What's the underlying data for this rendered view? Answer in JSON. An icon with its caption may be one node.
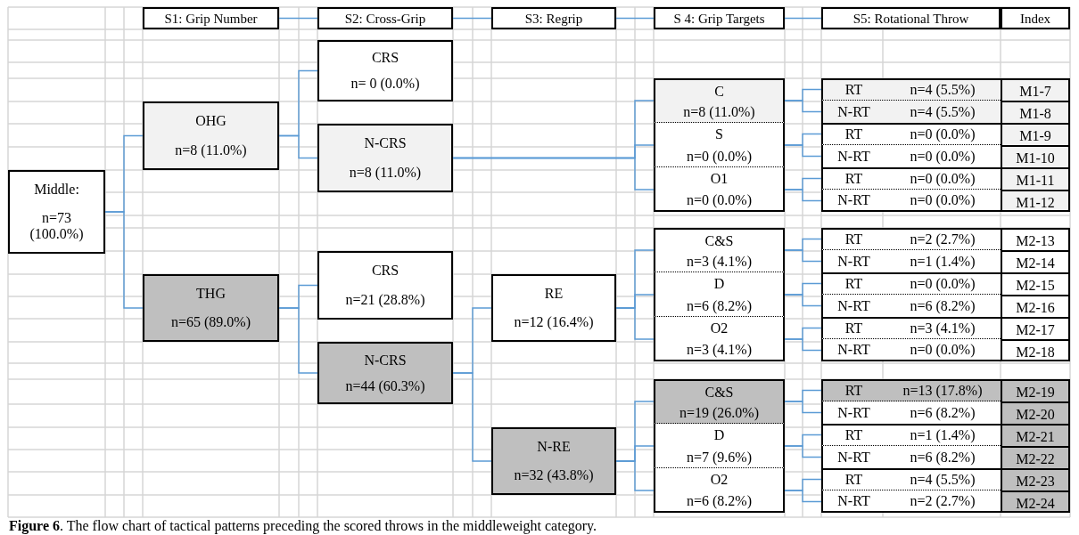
{
  "diagram": {
    "caption": "**Figure 6**. The flow chart of tactical patterns preceding the scored throws in the middleweight category.",
    "nodes": [
      {
        "text": [
          "S1: Grip Number"
        ]
      },
      {
        "text": [
          "S2: Cross-Grip"
        ]
      },
      {
        "text": [
          "S3: Regrip"
        ]
      },
      {
        "text": [
          "S 4: Grip Targets"
        ]
      },
      {
        "text": [
          "S5: Rotational Throw"
        ]
      },
      {
        "text": [
          "Index"
        ]
      },
      {
        "text": [
          "Middle:",
          "n=73 (100.0%)"
        ]
      },
      {
        "text": [
          "OHG",
          "n=8 (11.0%)"
        ]
      },
      {
        "text": [
          "THG",
          "n=65 (89.0%)"
        ]
      },
      {
        "text": [
          "CRS",
          "n= 0 (0.0%)"
        ]
      },
      {
        "text": [
          "N-CRS",
          "n=8 (11.0%)"
        ]
      },
      {
        "text": [
          "CRS",
          "n=21 (28.8%)"
        ]
      },
      {
        "text": [
          "N-CRS",
          "n=44 (60.3%)"
        ]
      },
      {
        "text": [
          "RE",
          "n=12 (16.4%)"
        ]
      },
      {
        "text": [
          "N-RE",
          "n=32 (43.8%)"
        ]
      },
      {
        "text": [
          "C",
          "n=8 (11.0%)"
        ]
      },
      {
        "text": [
          "S",
          "n=0 (0.0%)"
        ]
      },
      {
        "text": [
          "O1",
          "n=0 (0.0%)"
        ]
      },
      {
        "text": [
          "C&S",
          "n=3 (4.1%)"
        ]
      },
      {
        "text": [
          "D",
          "n=6 (8.2%)"
        ]
      },
      {
        "text": [
          "O2",
          "n=3 (4.1%)"
        ]
      },
      {
        "text": [
          "C&S",
          "n=19 (26.0%)"
        ]
      },
      {
        "text": [
          "D",
          "n=7 (9.6%)"
        ]
      },
      {
        "text": [
          "O2",
          "n=6 (8.2%)"
        ]
      },
      {
        "text": [
          "RT",
          "n=4 (5.5%)"
        ]
      },
      {
        "text": [
          "M1-7"
        ]
      },
      {
        "text": [
          "N-RT",
          "n=4 (5.5%)"
        ]
      },
      {
        "text": [
          "M1-8"
        ]
      },
      {
        "text": [
          "RT",
          "n=0 (0.0%)"
        ]
      },
      {
        "text": [
          "M1-9"
        ]
      },
      {
        "text": [
          "N-RT",
          "n=0 (0.0%)"
        ]
      },
      {
        "text": [
          "M1-10"
        ]
      },
      {
        "text": [
          "RT",
          "n=0 (0.0%)"
        ]
      },
      {
        "text": [
          "M1-11"
        ]
      },
      {
        "text": [
          "N-RT",
          "n=0 (0.0%)"
        ]
      },
      {
        "text": [
          "M1-12"
        ]
      },
      {
        "text": [
          "RT",
          "n=2 (2.7%)"
        ]
      },
      {
        "text": [
          "M2-13"
        ]
      },
      {
        "text": [
          "N-RT",
          "n=1 (1.4%)"
        ]
      },
      {
        "text": [
          "M2-14"
        ]
      },
      {
        "text": [
          "RT",
          "n=0 (0.0%)"
        ]
      },
      {
        "text": [
          "M2-15"
        ]
      },
      {
        "text": [
          "N-RT",
          "n=6 (8.2%)"
        ]
      },
      {
        "text": [
          "M2-16"
        ]
      },
      {
        "text": [
          "RT",
          "n=3 (4.1%)"
        ]
      },
      {
        "text": [
          "M2-17"
        ]
      },
      {
        "text": [
          "N-RT",
          "n=0 (0.0%)"
        ]
      },
      {
        "text": [
          "M2-18"
        ]
      },
      {
        "text": [
          "RT",
          "n=13 (17.8%)"
        ]
      },
      {
        "text": [
          "M2-19"
        ]
      },
      {
        "text": [
          "N-RT",
          "n=6 (8.2%)"
        ]
      },
      {
        "text": [
          "M2-20"
        ]
      },
      {
        "text": [
          "RT",
          "n=1 (1.4%)"
        ]
      },
      {
        "text": [
          "M2-21"
        ]
      },
      {
        "text": [
          "N-RT",
          "n=6 (8.2%)"
        ]
      },
      {
        "text": [
          "M2-22"
        ]
      },
      {
        "text": [
          "RT",
          "n=4 (5.5%)"
        ]
      },
      {
        "text": [
          "M2-23"
        ]
      },
      {
        "text": [
          "N-RT",
          "n=2 (2.7%)"
        ]
      },
      {
        "text": [
          "M2-24"
        ]
      }
    ],
    "edges": [
      {
        "from": 0,
        "to": 1,
        "arrow": "none"
      },
      {
        "from": 1,
        "to": 2,
        "arrow": "none"
      },
      {
        "from": 2,
        "to": 3,
        "arrow": "none"
      },
      {
        "from": 3,
        "to": 4,
        "arrow": "none"
      },
      {
        "from": 6,
        "to": 7,
        "arrow": "none"
      },
      {
        "from": 6,
        "to": 8,
        "arrow": "none"
      },
      {
        "from": 7,
        "to": 9,
        "arrow": "none"
      },
      {
        "from": 7,
        "to": 10,
        "arrow": "none"
      },
      {
        "from": 8,
        "to": 11,
        "arrow": "none"
      },
      {
        "from": 8,
        "to": 12,
        "arrow": "none"
      },
      {
        "from": 10,
        "to": 15,
        "arrow": "none"
      },
      {
        "from": 10,
        "to": 16,
        "arrow": "none"
      },
      {
        "from": 10,
        "to": 17,
        "arrow": "none"
      },
      {
        "from": 12,
        "to": 13,
        "arrow": "none"
      },
      {
        "from": 12,
        "to": 14,
        "arrow": "none"
      },
      {
        "from": 13,
        "to": 18,
        "arrow": "none"
      },
      {
        "from": 13,
        "to": 19,
        "arrow": "none"
      },
      {
        "from": 13,
        "to": 20,
        "arrow": "none"
      },
      {
        "from": 14,
        "to": 21,
        "arrow": "none"
      },
      {
        "from": 14,
        "to": 22,
        "arrow": "none"
      },
      {
        "from": 14,
        "to": 23,
        "arrow": "none"
      },
      {
        "from": 15,
        "to": 24,
        "arrow": "none"
      },
      {
        "from": 15,
        "to": 26,
        "arrow": "none"
      },
      {
        "from": 16,
        "to": 28,
        "arrow": "none"
      },
      {
        "from": 16,
        "to": 30,
        "arrow": "none"
      },
      {
        "from": 17,
        "to": 32,
        "arrow": "none"
      },
      {
        "from": 17,
        "to": 34,
        "arrow": "none"
      },
      {
        "from": 18,
        "to": 36,
        "arrow": "none"
      },
      {
        "from": 18,
        "to": 38,
        "arrow": "none"
      },
      {
        "from": 19,
        "to": 40,
        "arrow": "none"
      },
      {
        "from": 19,
        "to": 42,
        "arrow": "none"
      },
      {
        "from": 20,
        "to": 44,
        "arrow": "none"
      },
      {
        "from": 20,
        "to": 46,
        "arrow": "none"
      },
      {
        "from": 21,
        "to": 48,
        "arrow": "none"
      },
      {
        "from": 21,
        "to": 50,
        "arrow": "none"
      },
      {
        "from": 22,
        "to": 52,
        "arrow": "none"
      },
      {
        "from": 22,
        "to": 54,
        "arrow": "none"
      },
      {
        "from": 23,
        "to": 56,
        "arrow": "none"
      },
      {
        "from": 23,
        "to": 58,
        "arrow": "none"
      }
    ]
  }
}
